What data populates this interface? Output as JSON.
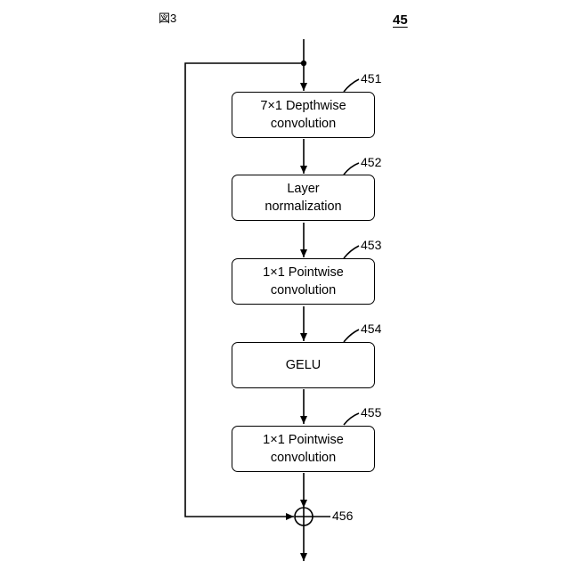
{
  "figure_label": "図3",
  "figure_number": "45",
  "blocks": [
    {
      "ref": "451",
      "line1": "7×1 Depthwise",
      "line2": "convolution"
    },
    {
      "ref": "452",
      "line1": "Layer",
      "line2": "normalization"
    },
    {
      "ref": "453",
      "line1": "1×1 Pointwise",
      "line2": "convolution"
    },
    {
      "ref": "454",
      "line1": "GELU",
      "line2": ""
    },
    {
      "ref": "455",
      "line1": "1×1 Pointwise",
      "line2": "convolution"
    }
  ],
  "adder": {
    "ref": "456"
  }
}
